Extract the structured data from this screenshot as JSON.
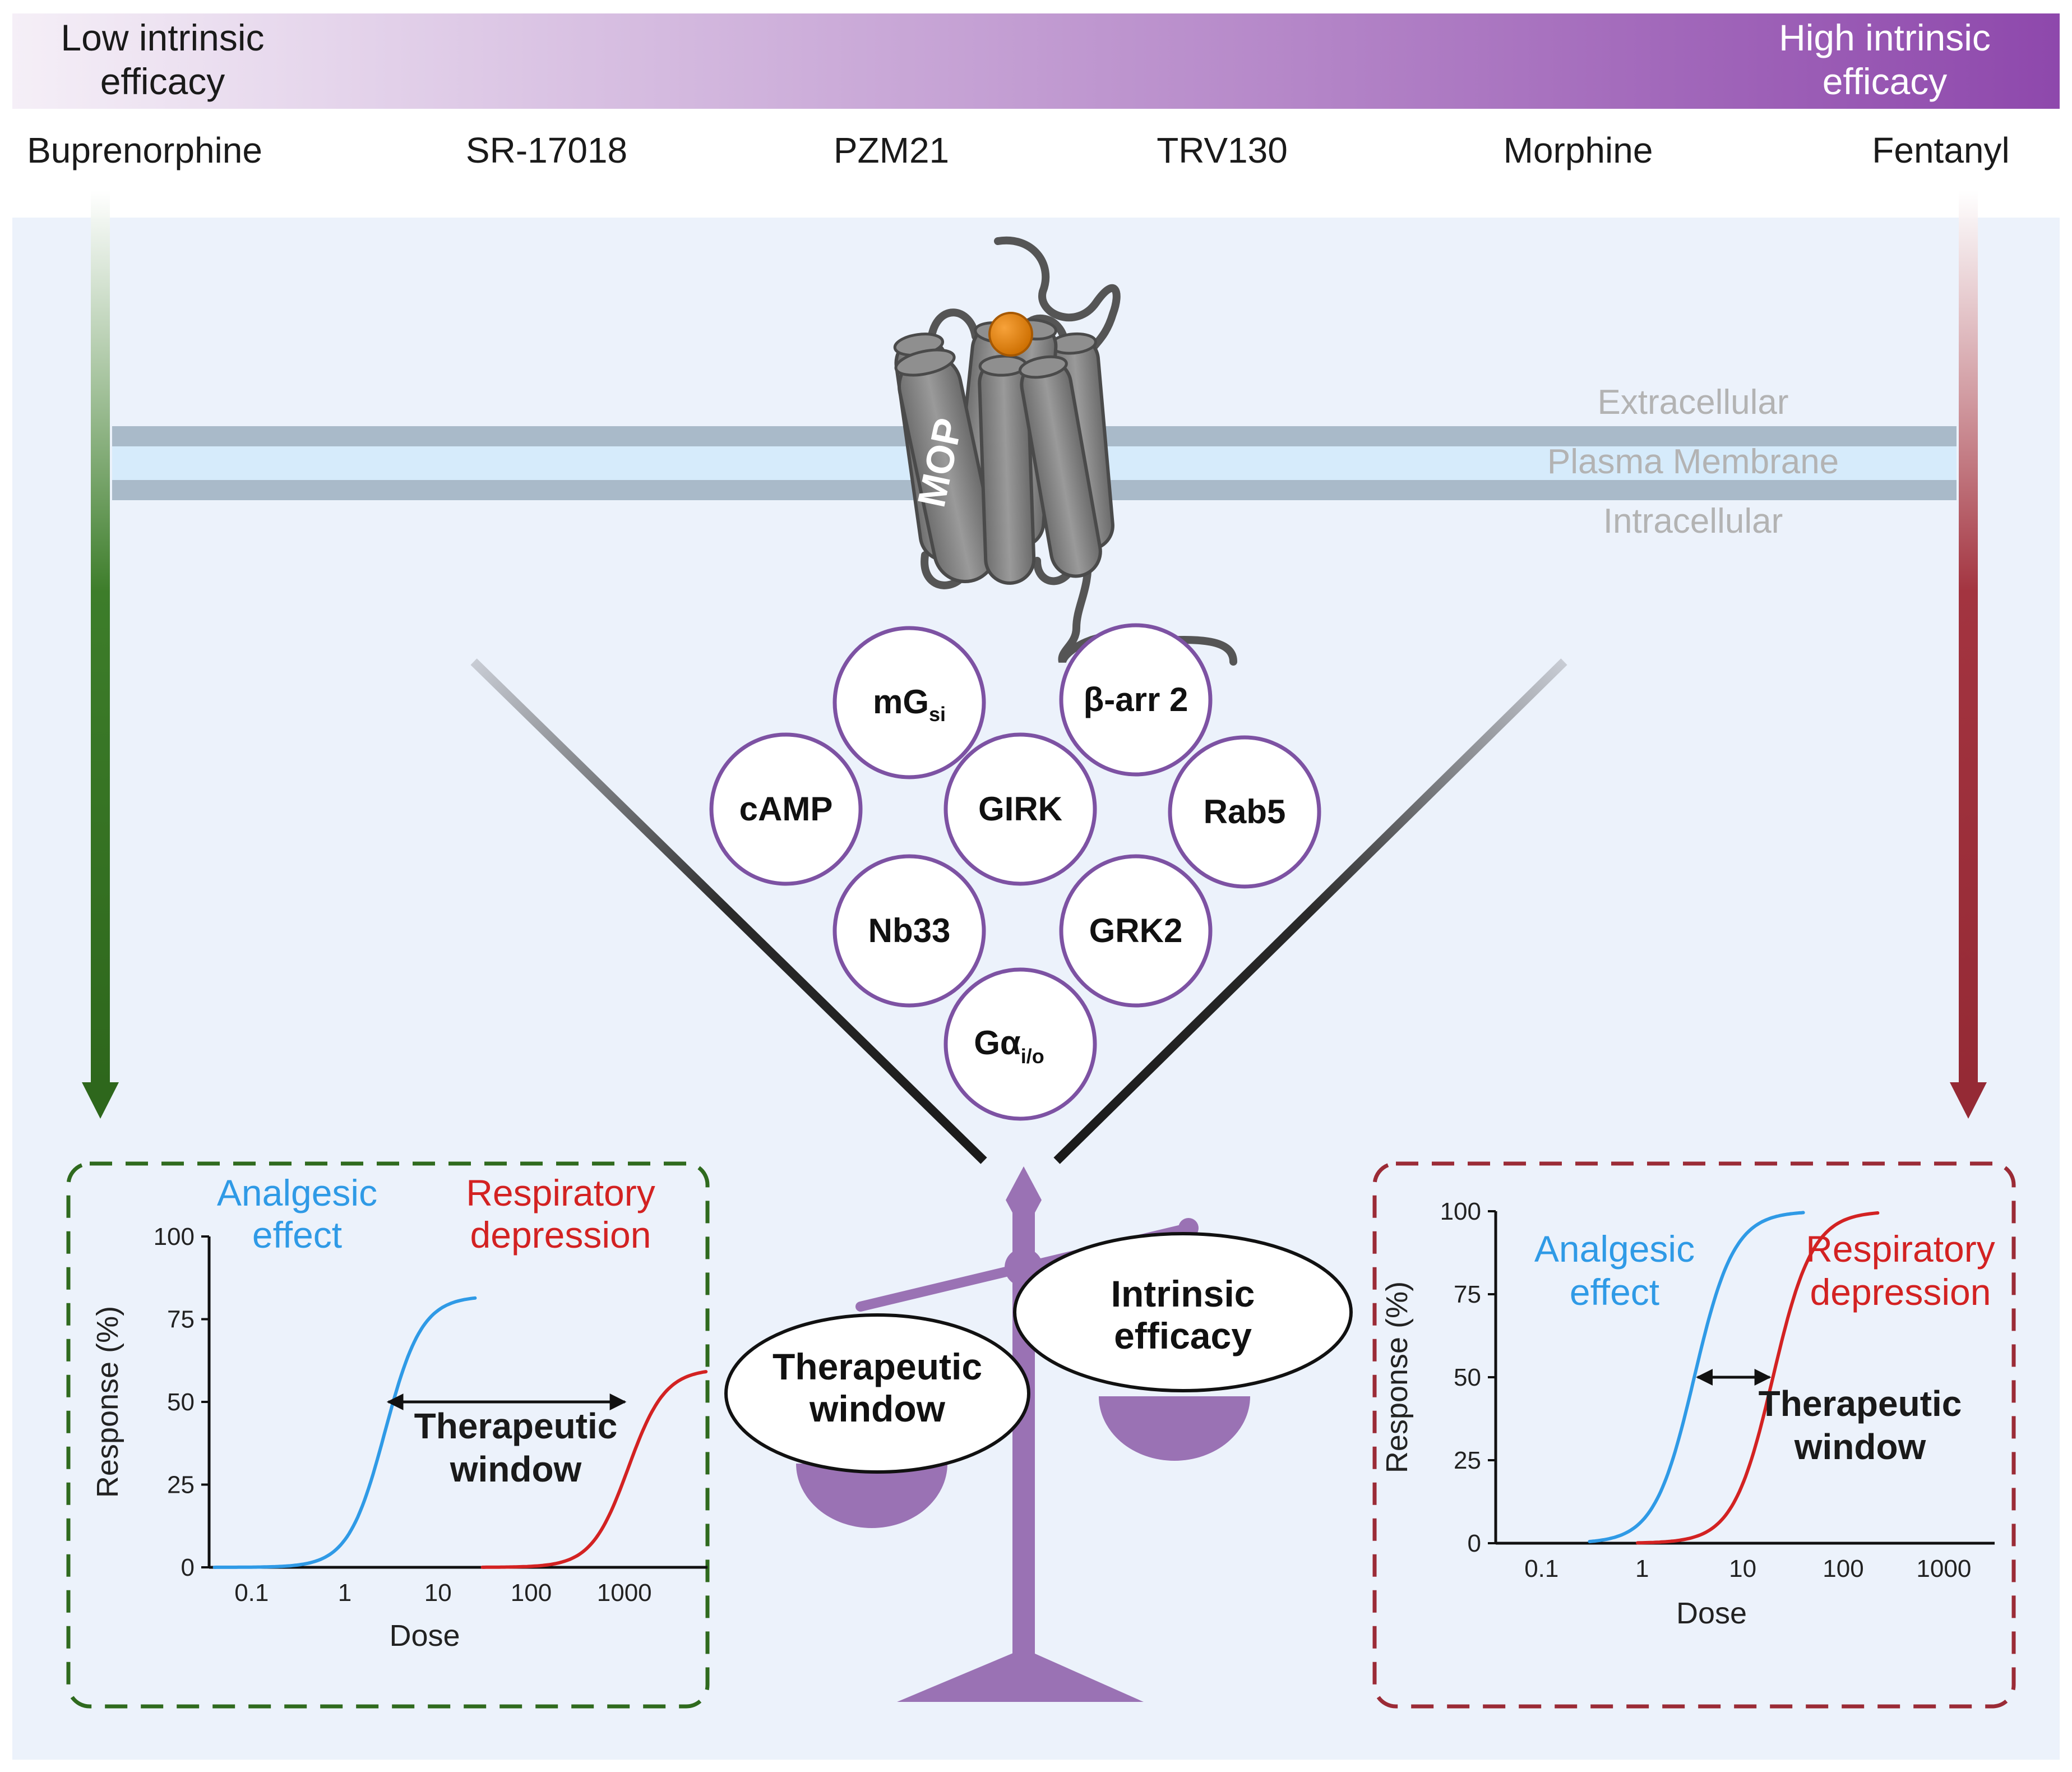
{
  "gradient": {
    "low_line1": "Low intrinsic",
    "low_line2": "efficacy",
    "high_line1": "High intrinsic",
    "high_line2": "efficacy"
  },
  "drugs": [
    "Buprenorphine",
    "SR-17018",
    "PZM21",
    "TRV130",
    "Morphine",
    "Fentanyl"
  ],
  "membrane": {
    "extracellular": "Extracellular",
    "plasma_membrane": "Plasma Membrane",
    "intracellular": "Intracellular",
    "receptor_label": "MOP"
  },
  "effectors": {
    "mgsi": {
      "main": "mG",
      "sub": "si"
    },
    "barr2": {
      "main": "β-arr 2"
    },
    "camp": {
      "main": "cAMP"
    },
    "girk": {
      "main": "GIRK"
    },
    "rab5": {
      "main": "Rab5"
    },
    "nb33": {
      "main": "Nb33"
    },
    "grk2": {
      "main": "GRK2"
    },
    "galpha": {
      "main": "Gα",
      "sub": "i/o"
    }
  },
  "scale": {
    "left_pan": {
      "line1": "Therapeutic",
      "line2": "window"
    },
    "right_pan": {
      "line1": "Intrinsic",
      "line2": "efficacy"
    }
  },
  "colors": {
    "low_efficacy_arrow": "#2f6a1e",
    "high_efficacy_arrow": "#9b2b36",
    "analgesic_curve": "#2f9ae6",
    "respiratory_curve": "#d32222",
    "scale_purple": "#9a72b4",
    "effector_border": "#7d52a3",
    "gradient_start": "#f4eef6",
    "gradient_end": "#8e48ac"
  },
  "chart_data": [
    {
      "type": "line",
      "panel": "low intrinsic efficacy",
      "ylabel": "Response (%)",
      "xlabel": "Dose",
      "x_scale": "log",
      "xticks": [
        "0.1",
        "1",
        "10",
        "100",
        "1000"
      ],
      "yticks": [
        "0",
        "25",
        "50",
        "75",
        "100"
      ],
      "ylim": [
        0,
        100
      ],
      "series": [
        {
          "name": "Analgesic effect",
          "label_line1": "Analgesic",
          "label_line2": "effect",
          "color": "#2f9ae6",
          "ec50": 2.7,
          "max": 82,
          "x_start": 0.04,
          "x_end": 25
        },
        {
          "name": "Respiratory depression",
          "label_line1": "Respiratory",
          "label_line2": "depression",
          "color": "#d32222",
          "ec50": 1100,
          "max": 60,
          "x_start": 30,
          "x_end": 7500
        }
      ],
      "annotation": {
        "line1": "Therapeutic",
        "line2": "window",
        "from_dose": 2.7,
        "to_dose": 1100,
        "at_response": 50
      }
    },
    {
      "type": "line",
      "panel": "high intrinsic efficacy",
      "ylabel": "Response (%)",
      "xlabel": "Dose",
      "x_scale": "log",
      "xticks": [
        "0.1",
        "1",
        "10",
        "100",
        "1000"
      ],
      "yticks": [
        "0",
        "25",
        "50",
        "75",
        "100"
      ],
      "ylim": [
        0,
        100
      ],
      "series": [
        {
          "name": "Analgesic effect",
          "label_line1": "Analgesic",
          "label_line2": "effect",
          "color": "#2f9ae6",
          "ec50": 3.3,
          "max": 100,
          "x_start": 0.3,
          "x_end": 40
        },
        {
          "name": "Respiratory depression",
          "label_line1": "Respiratory",
          "label_line2": "depression",
          "color": "#d32222",
          "ec50": 20,
          "max": 100,
          "x_start": 0.9,
          "x_end": 220
        }
      ],
      "annotation": {
        "line1": "Therapeutic",
        "line2": "window",
        "from_dose": 3.3,
        "to_dose": 20,
        "at_response": 50
      }
    }
  ]
}
